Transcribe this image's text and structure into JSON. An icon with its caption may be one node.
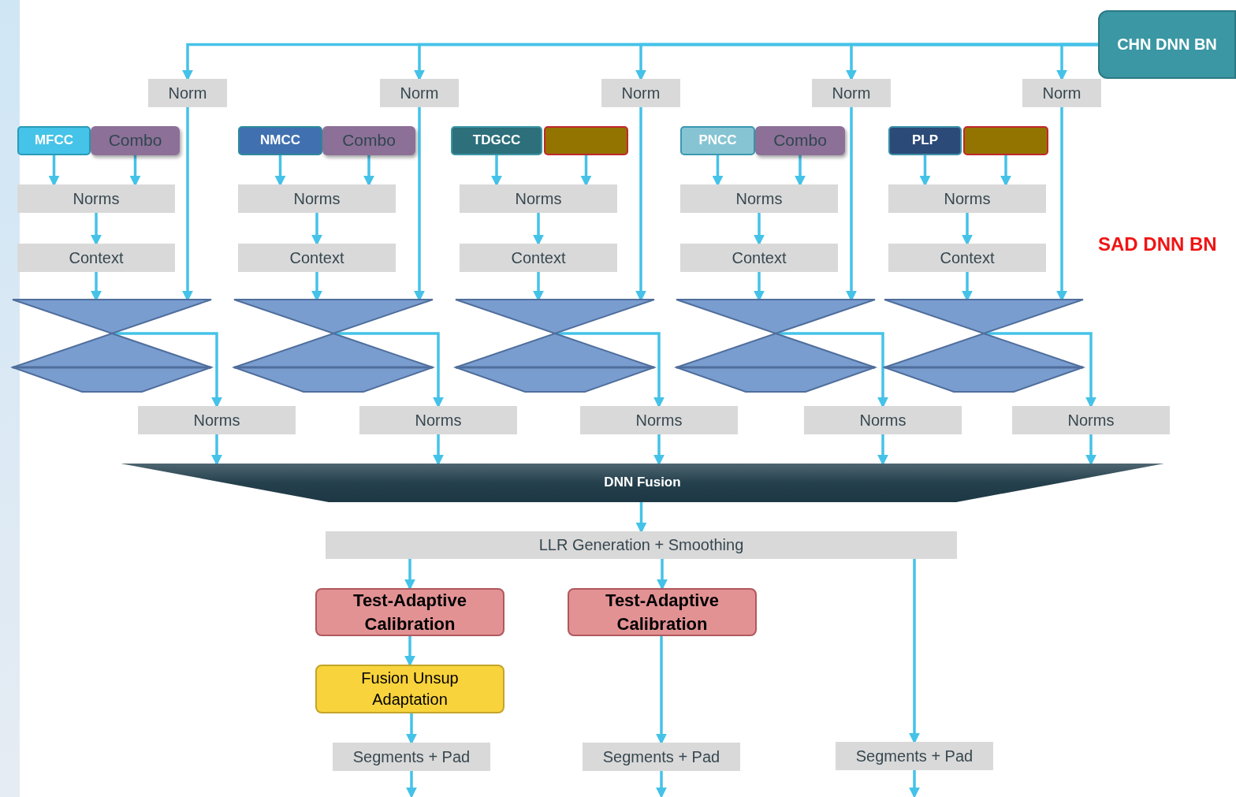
{
  "diagram": {
    "nodes": [
      {
        "text": [
          "CHN DNN BN"
        ]
      },
      {
        "text": [
          "Norm"
        ]
      },
      {
        "text": [
          "Norm"
        ]
      },
      {
        "text": [
          "Norm"
        ]
      },
      {
        "text": [
          "Norm"
        ]
      },
      {
        "text": [
          "Norm"
        ]
      },
      {
        "text": [
          "MFCC"
        ]
      },
      {
        "text": [
          "Combo"
        ]
      },
      {
        "text": [
          "NMCC"
        ]
      },
      {
        "text": [
          "Combo"
        ]
      },
      {
        "text": [
          "TDGCC"
        ]
      },
      {
        "text": [],
        "shape": "box"
      },
      {
        "text": [
          "PNCC"
        ]
      },
      {
        "text": [
          "Combo"
        ]
      },
      {
        "text": [
          "PLP"
        ]
      },
      {
        "text": [],
        "shape": "box"
      },
      {
        "text": [
          "Norms"
        ]
      },
      {
        "text": [
          "Norms"
        ]
      },
      {
        "text": [
          "Norms"
        ]
      },
      {
        "text": [
          "Norms"
        ]
      },
      {
        "text": [
          "Norms"
        ]
      },
      {
        "text": [
          "Context"
        ]
      },
      {
        "text": [
          "Context"
        ]
      },
      {
        "text": [
          "Context"
        ]
      },
      {
        "text": [
          "Context"
        ]
      },
      {
        "text": [
          "Context"
        ]
      },
      {
        "text": [],
        "shape": "hourglass"
      },
      {
        "text": [],
        "shape": "hourglass"
      },
      {
        "text": [],
        "shape": "hourglass"
      },
      {
        "text": [],
        "shape": "hourglass"
      },
      {
        "text": [],
        "shape": "hourglass"
      },
      {
        "text": [
          "Norms"
        ]
      },
      {
        "text": [
          "Norms"
        ]
      },
      {
        "text": [
          "Norms"
        ]
      },
      {
        "text": [
          "Norms"
        ]
      },
      {
        "text": [
          "Norms"
        ]
      },
      {
        "text": [
          "DNN Fusion"
        ]
      },
      {
        "text": [
          "LLR Generation + Smoothing"
        ]
      },
      {
        "text": [
          "Test-Adaptive Calibration"
        ]
      },
      {
        "text": [
          "Test-Adaptive Calibration"
        ]
      },
      {
        "text": [
          "Fusion Unsup Adaptation"
        ]
      },
      {
        "text": [
          "Segments + Pad"
        ]
      },
      {
        "text": [
          "Segments + Pad"
        ]
      },
      {
        "text": [
          "Segments + Pad"
        ]
      }
    ],
    "edges": [
      {
        "from": 0,
        "to": 1,
        "arrow": "to"
      },
      {
        "from": 0,
        "to": 2,
        "arrow": "to"
      },
      {
        "from": 0,
        "to": 3,
        "arrow": "to"
      },
      {
        "from": 0,
        "to": 4,
        "arrow": "to"
      },
      {
        "from": 0,
        "to": 5,
        "arrow": "to"
      },
      {
        "from": 6,
        "to": 16,
        "arrow": "to"
      },
      {
        "from": 7,
        "to": 16,
        "arrow": "to"
      },
      {
        "from": 8,
        "to": 17,
        "arrow": "to"
      },
      {
        "from": 9,
        "to": 17,
        "arrow": "to"
      },
      {
        "from": 10,
        "to": 18,
        "arrow": "to"
      },
      {
        "from": 11,
        "to": 18,
        "arrow": "to"
      },
      {
        "from": 12,
        "to": 19,
        "arrow": "to"
      },
      {
        "from": 13,
        "to": 19,
        "arrow": "to"
      },
      {
        "from": 14,
        "to": 20,
        "arrow": "to"
      },
      {
        "from": 15,
        "to": 20,
        "arrow": "to"
      },
      {
        "from": 16,
        "to": 21,
        "arrow": "to"
      },
      {
        "from": 17,
        "to": 22,
        "arrow": "to"
      },
      {
        "from": 18,
        "to": 23,
        "arrow": "to"
      },
      {
        "from": 19,
        "to": 24,
        "arrow": "to"
      },
      {
        "from": 20,
        "to": 25,
        "arrow": "to"
      },
      {
        "from": 21,
        "to": 26,
        "arrow": "to"
      },
      {
        "from": 22,
        "to": 27,
        "arrow": "to"
      },
      {
        "from": 23,
        "to": 28,
        "arrow": "to"
      },
      {
        "from": 24,
        "to": 29,
        "arrow": "to"
      },
      {
        "from": 25,
        "to": 30,
        "arrow": "to"
      },
      {
        "from": 1,
        "to": 26,
        "arrow": "to"
      },
      {
        "from": 2,
        "to": 27,
        "arrow": "to"
      },
      {
        "from": 3,
        "to": 28,
        "arrow": "to"
      },
      {
        "from": 4,
        "to": 29,
        "arrow": "to"
      },
      {
        "from": 5,
        "to": 30,
        "arrow": "to"
      },
      {
        "from": 26,
        "to": 31,
        "arrow": "to"
      },
      {
        "from": 27,
        "to": 32,
        "arrow": "to"
      },
      {
        "from": 28,
        "to": 33,
        "arrow": "to"
      },
      {
        "from": 29,
        "to": 34,
        "arrow": "to"
      },
      {
        "from": 30,
        "to": 35,
        "arrow": "to"
      },
      {
        "from": 31,
        "to": 36,
        "arrow": "to"
      },
      {
        "from": 32,
        "to": 36,
        "arrow": "to"
      },
      {
        "from": 33,
        "to": 36,
        "arrow": "to"
      },
      {
        "from": 34,
        "to": 36,
        "arrow": "to"
      },
      {
        "from": 35,
        "to": 36,
        "arrow": "to"
      },
      {
        "from": 36,
        "to": 37,
        "arrow": "to"
      },
      {
        "from": 37,
        "to": 38,
        "arrow": "to"
      },
      {
        "from": 37,
        "to": 39,
        "arrow": "to"
      },
      {
        "from": 37,
        "to": 43,
        "arrow": "to"
      },
      {
        "from": 38,
        "to": 40,
        "arrow": "to"
      },
      {
        "from": 40,
        "to": 41,
        "arrow": "to"
      },
      {
        "from": 39,
        "to": 42,
        "arrow": "to"
      },
      {
        "from": 41,
        "to": null,
        "arrow": "to"
      },
      {
        "from": 42,
        "to": null,
        "arrow": "to"
      },
      {
        "from": 43,
        "to": null,
        "arrow": "to"
      }
    ],
    "labels": [
      "SAD DNN BN"
    ]
  }
}
